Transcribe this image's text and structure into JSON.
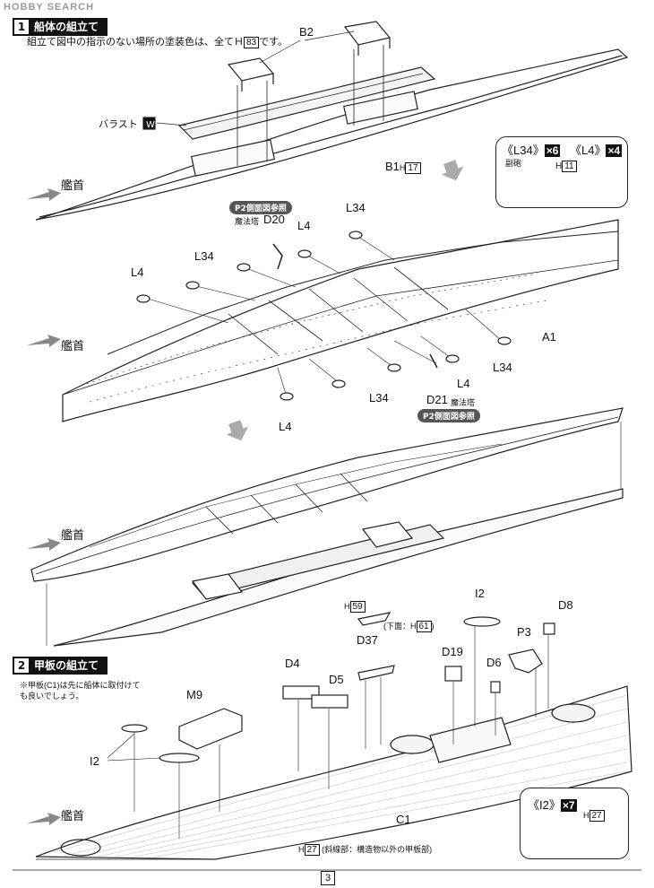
{
  "watermark": "HOBBY SEARCH",
  "step1": {
    "number": "1",
    "title": "船体の組立て",
    "paint_note": "組立て図中の指示のない場所の塗装色は、全てＨ",
    "paint_code": "83",
    "paint_note_end": "です。",
    "ballast_label": "バラスト",
    "ballast_icon": "weight-icon",
    "parts": {
      "b2": "B2",
      "b1": "B1",
      "b1_color_prefix": "H",
      "b1_color": "17",
      "a1": "A1",
      "d20": "D20",
      "d20_note": "魔法塔",
      "d21": "D21",
      "d21_note": "魔法塔",
      "l4": "L4",
      "l34": "L34"
    },
    "bow_label": "艦首",
    "ref_pill": "P2側面図参照",
    "callout": {
      "item1": "《L34》",
      "item1_count": "×6",
      "item2": "《L4》",
      "item2_count": "×4",
      "sub_note": "副砲",
      "color_prefix": "H",
      "color": "11"
    }
  },
  "step2": {
    "number": "2",
    "title": "甲板の組立て",
    "note": "※甲板(C1)は先に船体に取付けても良いでしょう。",
    "parts": {
      "h59_prefix": "H",
      "h59": "59",
      "under_note_prefix": "(下面：H",
      "under_note_code": "61",
      "under_note_end": ")",
      "d37": "D37",
      "i2": "I2",
      "d8": "D8",
      "d4": "D4",
      "d5": "D5",
      "d19": "D19",
      "d6": "D6",
      "p3": "P3",
      "m9": "M9",
      "c1": "C1"
    },
    "deck_color_prefix": "H",
    "deck_color": "27",
    "deck_color_note": "(斜線部：構造物以外の甲板部)",
    "bow_label": "艦首",
    "callout": {
      "item": "《I2》",
      "count": "×7",
      "color_prefix": "H",
      "color": "27"
    }
  },
  "page_number": "3"
}
